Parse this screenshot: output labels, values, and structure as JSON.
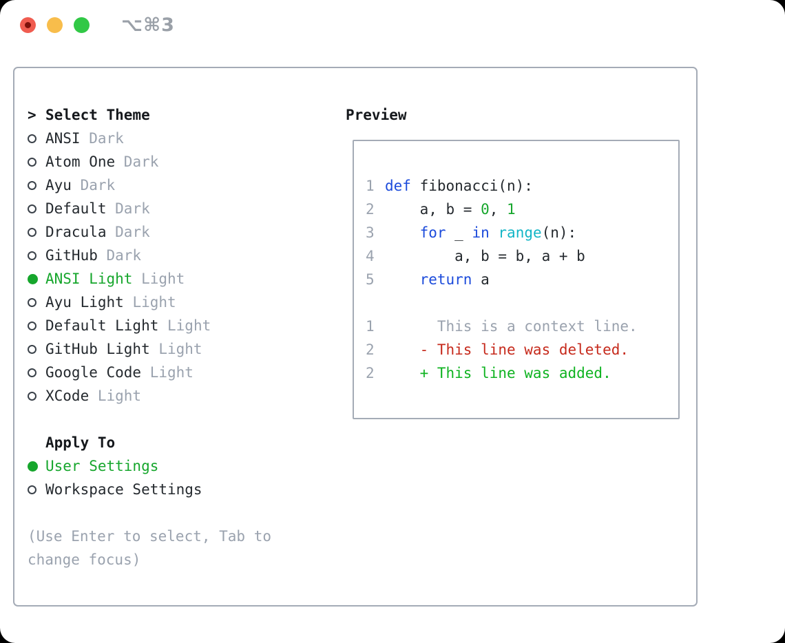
{
  "window": {
    "shortcut": "⌥⌘3",
    "traffic_lights": [
      "close",
      "minimize",
      "zoom"
    ]
  },
  "colors": {
    "dark": "#24292e",
    "muted": "#9aa2ae",
    "green": "#16a62c",
    "added": "#0fb321",
    "red": "#c62a1c",
    "blue": "#1c4bdb",
    "cyan": "#12b5c6",
    "border": "#a4abb6",
    "shortcut_gray": "#9aa0a8",
    "traffic_red": "#f05c50",
    "traffic_red_dot": "#7e110b",
    "traffic_yellow": "#f8bd4b",
    "traffic_green": "#31c846"
  },
  "theme_selector": {
    "cursor": ">",
    "title": "Select Theme",
    "items": [
      {
        "name": "ANSI",
        "variant": "Dark",
        "selected": false
      },
      {
        "name": "Atom One",
        "variant": "Dark",
        "selected": false
      },
      {
        "name": "Ayu",
        "variant": "Dark",
        "selected": false
      },
      {
        "name": "Default",
        "variant": "Dark",
        "selected": false
      },
      {
        "name": "Dracula",
        "variant": "Dark",
        "selected": false
      },
      {
        "name": "GitHub",
        "variant": "Dark",
        "selected": false
      },
      {
        "name": "ANSI Light",
        "variant": "Light",
        "selected": true
      },
      {
        "name": "Ayu Light",
        "variant": "Light",
        "selected": false
      },
      {
        "name": "Default Light",
        "variant": "Light",
        "selected": false
      },
      {
        "name": "GitHub Light",
        "variant": "Light",
        "selected": false
      },
      {
        "name": "Google Code",
        "variant": "Light",
        "selected": false
      },
      {
        "name": "XCode",
        "variant": "Light",
        "selected": false
      }
    ]
  },
  "apply_to": {
    "title": "Apply To",
    "options": [
      {
        "label": "User Settings",
        "selected": true
      },
      {
        "label": "Workspace Settings",
        "selected": false
      }
    ]
  },
  "hint": {
    "line1": "(Use Enter to select, Tab to",
    "line2": "change focus)"
  },
  "preview": {
    "title": "Preview",
    "code_lines": [
      {
        "num": "1",
        "tokens": [
          [
            "def",
            "kw"
          ],
          [
            " fibonacci(n):",
            "plain"
          ]
        ]
      },
      {
        "num": "2",
        "tokens": [
          [
            "    a, b = ",
            "plain"
          ],
          [
            "0",
            "num"
          ],
          [
            ", ",
            "plain"
          ],
          [
            "1",
            "num"
          ]
        ]
      },
      {
        "num": "3",
        "tokens": [
          [
            "    ",
            "plain"
          ],
          [
            "for",
            "kw"
          ],
          [
            " _ ",
            "plain"
          ],
          [
            "in",
            "kw"
          ],
          [
            " ",
            "plain"
          ],
          [
            "range",
            "fn"
          ],
          [
            "(n):",
            "plain"
          ]
        ]
      },
      {
        "num": "4",
        "tokens": [
          [
            "        a, b = b, a + b",
            "plain"
          ]
        ]
      },
      {
        "num": "5",
        "tokens": [
          [
            "    ",
            "plain"
          ],
          [
            "return",
            "kw"
          ],
          [
            " a",
            "plain"
          ]
        ]
      }
    ],
    "diff_lines": [
      {
        "num": "1",
        "kind": "context",
        "text": "      This is a context line."
      },
      {
        "num": "2",
        "kind": "deleted",
        "text": "    - This line was deleted."
      },
      {
        "num": "2",
        "kind": "added",
        "text": "    + This line was added."
      }
    ]
  }
}
